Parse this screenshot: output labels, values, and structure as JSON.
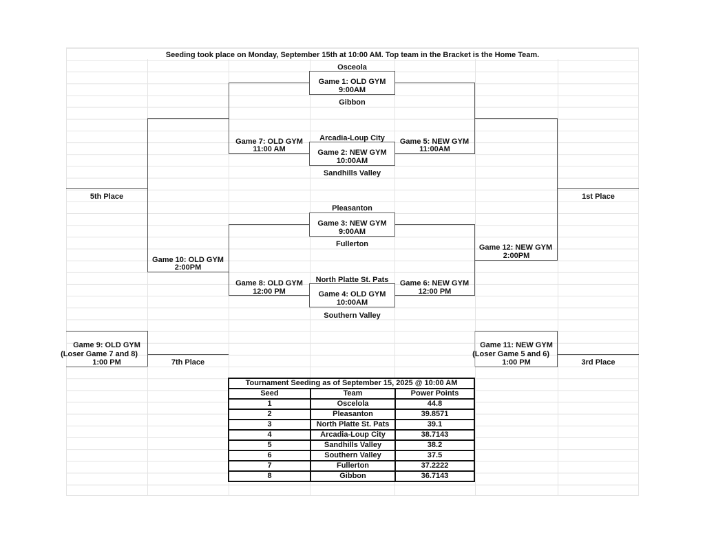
{
  "header": {
    "note": "Seeding took place on Monday, September 15th at 10:00 AM. Top team in the Bracket is the Home Team."
  },
  "bracket": {
    "teams": {
      "osceola": "Osceola",
      "gibbon": "Gibbon",
      "arcadia": "Arcadia-Loup City",
      "sandhills": "Sandhills Valley",
      "pleasanton": "Pleasanton",
      "fullerton": "Fullerton",
      "north_platte": "North Platte St. Pats",
      "southern_valley": "Southern Valley"
    },
    "games": {
      "g1": {
        "title": "Game 1:  OLD GYM",
        "time": "9:00AM"
      },
      "g2": {
        "title": "Game 2:  NEW GYM",
        "time": "10:00AM"
      },
      "g3": {
        "title": "Game 3:  NEW GYM",
        "time": "9:00AM"
      },
      "g4": {
        "title": "Game 4: OLD GYM",
        "time": "10:00AM"
      },
      "g5": {
        "title": "Game 5:  NEW GYM",
        "time": "11:00AM"
      },
      "g6": {
        "title": "Game 6: NEW GYM",
        "time": "12:00 PM"
      },
      "g7": {
        "title": "Game 7: OLD GYM",
        "time": "11:00 AM"
      },
      "g8": {
        "title": "Game 8:  OLD GYM",
        "time": "12:00 PM"
      },
      "g9": {
        "title": "Game 9:  OLD GYM",
        "note": "(Loser Game 7 and 8)",
        "time": "1:00 PM"
      },
      "g10": {
        "title": "Game 10:  OLD GYM",
        "time": "2:00PM"
      },
      "g11": {
        "title": "Game 11:  NEW GYM",
        "note": "(Loser Game 5 and 6)",
        "time": "1:00 PM"
      },
      "g12": {
        "title": "Game 12:  NEW GYM",
        "time": "2:00PM"
      }
    },
    "places": {
      "first": "1st Place",
      "third": "3rd Place",
      "fifth": "5th Place",
      "seventh": "7th Place"
    }
  },
  "seeding": {
    "title": "Tournament Seeding as of September 15, 2025 @ 10:00 AM",
    "columns": [
      "Seed",
      "Team",
      "Power Points"
    ],
    "rows": [
      [
        "1",
        "Oscelola",
        "44.8"
      ],
      [
        "2",
        "Pleasanton",
        "39.8571"
      ],
      [
        "3",
        "North Platte St. Pats",
        "39.1"
      ],
      [
        "4",
        "Arcadia-Loup City",
        "38.7143"
      ],
      [
        "5",
        "Sandhills Valley",
        "38.2"
      ],
      [
        "6",
        "Southern Valley",
        "37.5"
      ],
      [
        "7",
        "Fullerton",
        "37.2222"
      ],
      [
        "8",
        "Gibbon",
        "36.7143"
      ]
    ]
  }
}
